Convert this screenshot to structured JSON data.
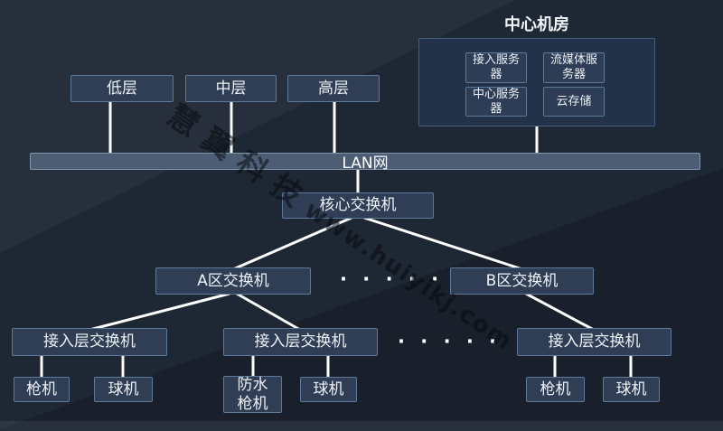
{
  "machine_room": {
    "title": "中心机房",
    "servers": [
      {
        "label": "接入服务\n器"
      },
      {
        "label": "流媒体服\n务器"
      },
      {
        "label": "中心服务\n器"
      },
      {
        "label": "云存储"
      }
    ]
  },
  "floors": [
    {
      "label": "低层"
    },
    {
      "label": "中层"
    },
    {
      "label": "高层"
    }
  ],
  "lan": {
    "label": "LAN网"
  },
  "switches": {
    "core": {
      "label": "核心交换机"
    },
    "area_a": {
      "label": "A区交换机"
    },
    "area_b": {
      "label": "B区交换机"
    },
    "access": [
      {
        "label": "接入层交换机"
      },
      {
        "label": "接入层交换机"
      },
      {
        "label": "接入层交换机"
      }
    ]
  },
  "cameras": {
    "group_a1": [
      {
        "label": "枪机"
      },
      {
        "label": "球机"
      }
    ],
    "group_a2": [
      {
        "label": "防水\n枪机"
      },
      {
        "label": "球机"
      }
    ],
    "group_b1": [
      {
        "label": "枪机"
      },
      {
        "label": "球机"
      }
    ]
  },
  "ellipsis": {
    "between_area_switches": "·  ·  ·  ·  ·",
    "between_access_switches": "·  ·  ·  ·  ·"
  },
  "watermark": {
    "brand": "慧翼科技",
    "url": "www.huiyikj.com"
  },
  "colors": {
    "background": "#1e2734",
    "node_fill": "#2f3e55",
    "node_border": "#5e7a9a",
    "lan_fill": "#4c5d74",
    "panel_fill": "#233248",
    "line": "#ffffff",
    "text": "#edf1f6",
    "watermark": "rgba(8,10,14,0.55)"
  }
}
